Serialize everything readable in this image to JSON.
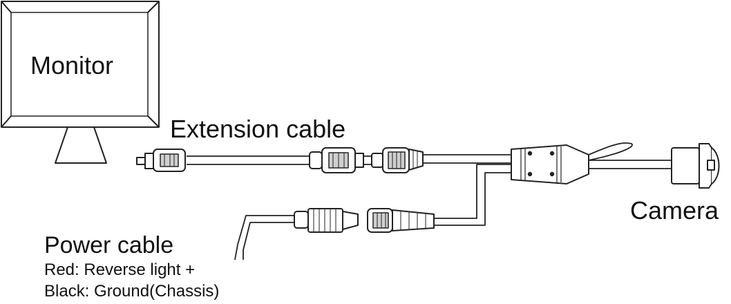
{
  "labels": {
    "monitor": "Monitor",
    "extension_cable": "Extension cable",
    "camera": "Camera",
    "power_cable": "Power cable",
    "red_wire": "Red: Reverse light +",
    "black_wire": "Black: Ground(Chassis)"
  },
  "colors": {
    "line": "#222222",
    "fill": "#ffffff",
    "shade": "#cfcfcf"
  }
}
